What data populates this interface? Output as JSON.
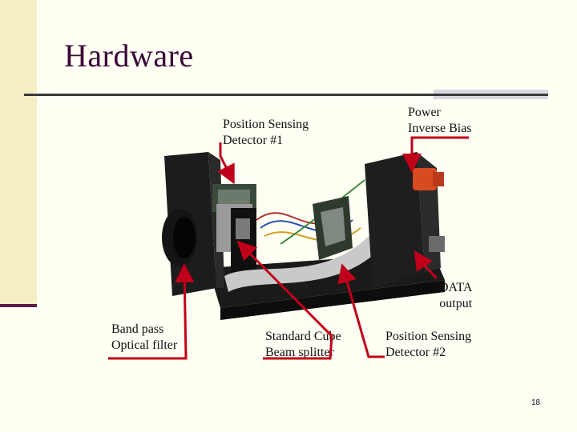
{
  "slide": {
    "title": "Hardware",
    "page_number": "18"
  },
  "labels": {
    "psd1": [
      "Position Sensing",
      "Detector #1"
    ],
    "power": [
      "Power",
      "Inverse Bias"
    ],
    "data_output": [
      "DATA",
      "output"
    ],
    "bandpass": [
      "Band pass",
      "Optical filter"
    ],
    "beamsplitter": [
      "Standard Cube",
      "Beam splitter"
    ],
    "psd2": [
      "Position Sensing",
      "Detector #2"
    ]
  },
  "colors": {
    "title": "#3a0838",
    "arrow": "#c0001a",
    "background": "#fffff3",
    "sidebar": "#f4f0c4"
  }
}
